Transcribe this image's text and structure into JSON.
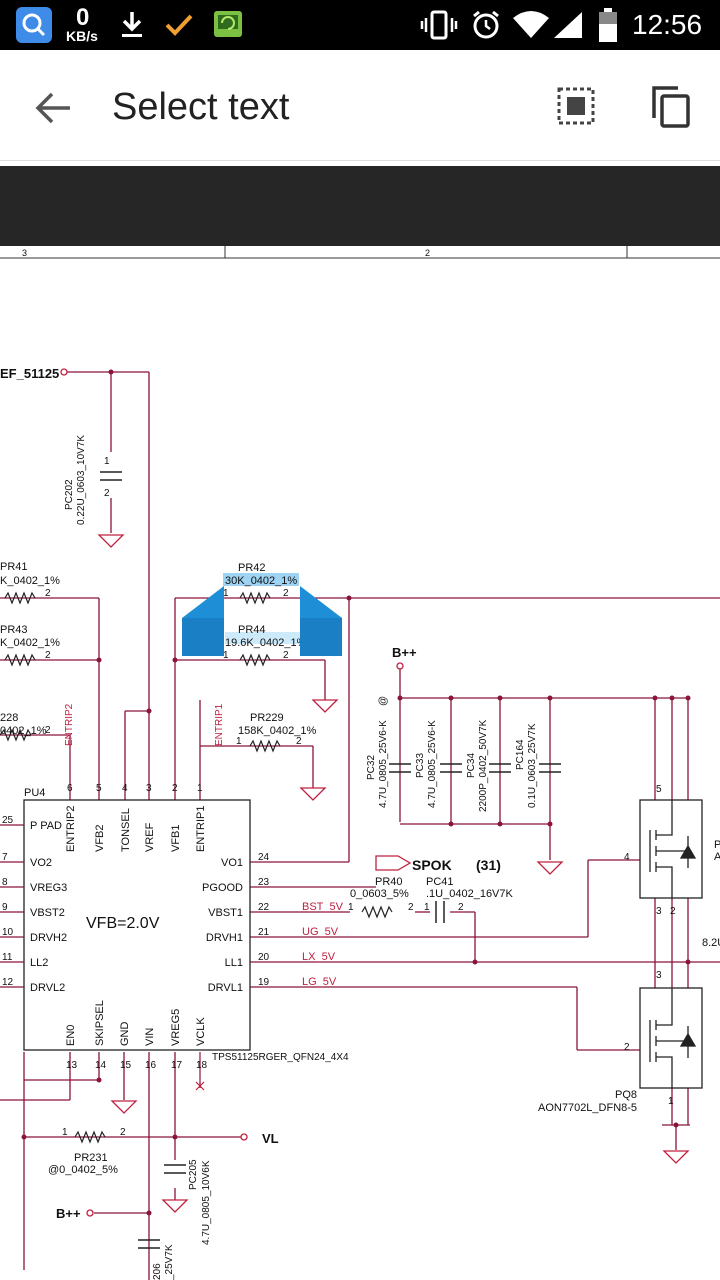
{
  "status_bar": {
    "data_speed_value": "0",
    "data_speed_unit": "KB/s",
    "time": "12:56",
    "icons": [
      "search-app-icon",
      "download-icon",
      "check-icon",
      "battery-app-icon",
      "vibrate-icon",
      "alarm-icon",
      "wifi-icon",
      "signal-icon",
      "battery-icon"
    ]
  },
  "app_bar": {
    "title": "Select text",
    "back_icon": "back-arrow-icon",
    "select_all_icon": "select-all-icon",
    "copy_icon": "copy-icon"
  },
  "sheet": {
    "col_left": "3",
    "col_right": "2"
  },
  "schematic": {
    "net_ref": "EF_51125",
    "pc202_name": "PC202",
    "pc202_value": "0.22U_0603_10V7K",
    "pr41_name": "PR41",
    "pr41_value": "K_0402_1%",
    "pr43_name": "PR43",
    "pr43_value": "K_0402_1%",
    "pr228_name": "228",
    "pr228_value": "0402_1%",
    "pr42_name": "PR42",
    "pr42_value": "30K_0402_1%",
    "pr44_name": "PR44",
    "pr44_value": "19.6K_0402_1%",
    "pr229_name": "PR229",
    "pr229_value": "158K_0402_1%",
    "entrip2": "ENTRIP2",
    "entrip1": "ENTRIP1",
    "bpp": "B++",
    "pc32": "PC32",
    "pc32_value": "4.7U_0805_25V6-K",
    "pc32_at": "@",
    "pc33": "PC33",
    "pc33_value": "4.7U_0805_25V6-K",
    "pc34": "PC34",
    "pc34_value": "2200P_0402_50V7K",
    "pc164": "PC164",
    "pc164_value": "0.1U_0603_25V7K",
    "pu4": "PU4",
    "ic_center": "VFB=2.0V",
    "ic_part": "TPS51125RGER_QFN24_4X4",
    "pins_top": [
      "ENTRIP2",
      "VFB2",
      "TONSEL",
      "VREF",
      "VFB1",
      "ENTRIP1"
    ],
    "pins_top_num": [
      "6",
      "5",
      "4",
      "3",
      "2",
      "1"
    ],
    "pins_left": [
      "P PAD",
      "VO2",
      "VREG3",
      "VBST2",
      "DRVH2",
      "LL2",
      "DRVL2"
    ],
    "pins_left_num": [
      "25",
      "7",
      "8",
      "9",
      "10",
      "11",
      "12"
    ],
    "pins_right": [
      "VO1",
      "PGOOD",
      "VBST1",
      "DRVH1",
      "LL1",
      "DRVL1"
    ],
    "pins_right_num": [
      "24",
      "23",
      "22",
      "21",
      "20",
      "19"
    ],
    "pins_bottom": [
      "EN0",
      "SKIPSEL",
      "GND",
      "VIN",
      "VREG5",
      "VCLK"
    ],
    "pins_bottom_num": [
      "13",
      "14",
      "15",
      "16",
      "17",
      "18"
    ],
    "spok": "SPOK",
    "spok_ref": "(31)",
    "pr40": "PR40",
    "pr40_value": "0_0603_5%",
    "pc41": "PC41",
    "pc41_value": ".1U_0402_16V7K",
    "net_bst": "BST_5V",
    "net_ug": "UG_5V",
    "net_lx": "LX_5V",
    "net_lg": "LG_5V",
    "pq8": "PQ8",
    "pq8_part": "AON7702L_DFN8-5",
    "pr231": "PR231",
    "pr231_value": "@0_0402_5%",
    "vl": "VL",
    "pc205": "PC205",
    "pc205_value": "4.7U_0805_10V6K",
    "bpp_bottom": "B++",
    "partial_p": "P",
    "partial_a": "A",
    "partial_82": "8.2U",
    "partial_206": "206",
    "partial_25v7k": "_25V7K",
    "n1": "1",
    "n2": "2",
    "n3": "3",
    "n4": "4",
    "n5": "5"
  }
}
